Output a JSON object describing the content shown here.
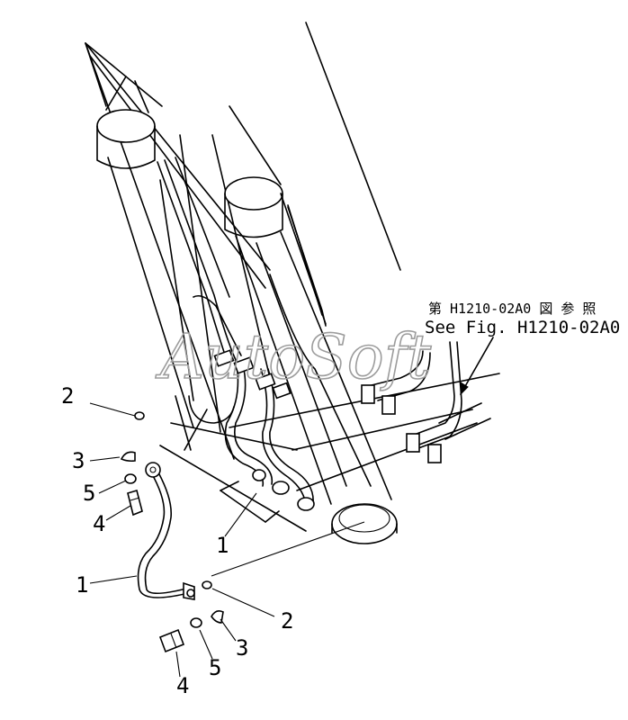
{
  "reference": {
    "japanese": "第 H1210-02A0 図 参 照",
    "english": "See Fig. H1210-02A0"
  },
  "watermark": "AutoSoft",
  "callouts": {
    "hose_upper": "1",
    "hose_lower": "1",
    "oring_left": "2",
    "oring_right": "2",
    "clamp_left": "3",
    "clamp_right": "3",
    "bolt_left": "4",
    "bolt_right": "4",
    "washer_left": "5",
    "washer_right": "5"
  }
}
